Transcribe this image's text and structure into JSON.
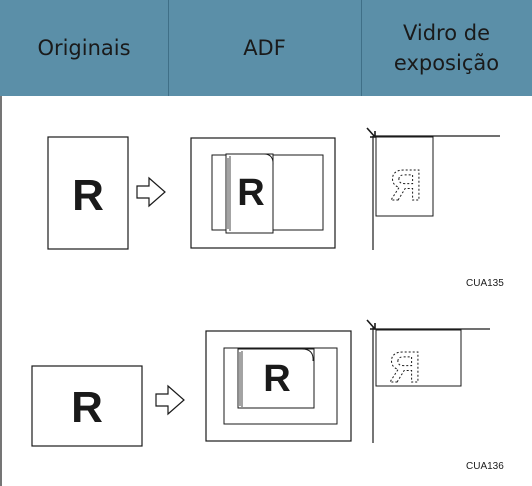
{
  "table": {
    "headers": [
      "Originais",
      "ADF",
      "Vidro de exposição"
    ],
    "header_line1": "Vidro de",
    "header_line2": "exposição"
  },
  "illustration_1": {
    "letter": "R",
    "code": "CUA135"
  },
  "illustration_2": {
    "letter": "R",
    "code": "CUA136"
  },
  "colors": {
    "header_bg": "#5b8fa8",
    "line": "#1a1a1a"
  }
}
